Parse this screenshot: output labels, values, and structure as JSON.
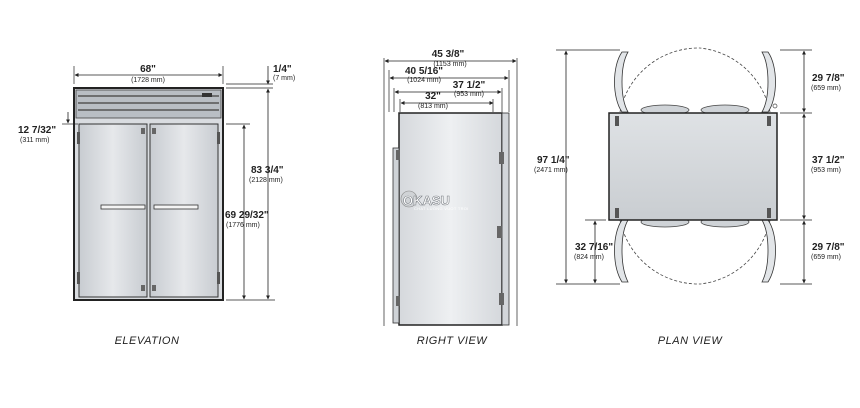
{
  "views": {
    "elevation": {
      "label": "ELEVATION",
      "width": {
        "in": "68\"",
        "mm": "(1728 mm)"
      },
      "top_gap": {
        "in": "1/4\"",
        "mm": "(7 mm)"
      },
      "side_offset": {
        "in": "12 7/32\"",
        "mm": "(311 mm)"
      },
      "overall_height": {
        "in": "83 3/4\"",
        "mm": "(2128 mm)"
      },
      "door_height": {
        "in": "69 29/32\"",
        "mm": "(1776 mm)"
      }
    },
    "right": {
      "label": "RIGHT VIEW",
      "overall_depth": {
        "in": "45 3/8\"",
        "mm": "(1153 mm)"
      },
      "depth_with_handles": {
        "in": "40 5/16\"",
        "mm": "(1024 mm)"
      },
      "depth_body": {
        "in": "37 1/2\"",
        "mm": "(953 mm)"
      },
      "depth_cabinet": {
        "in": "32\"",
        "mm": "(813 mm)"
      }
    },
    "plan": {
      "label": "PLAN VIEW",
      "overall_height": {
        "in": "97 1/4\"",
        "mm": "(2471 mm)"
      },
      "door_swing_top": {
        "in": "29 7/8\"",
        "mm": "(659 mm)"
      },
      "cabinet_depth": {
        "in": "37 1/2\"",
        "mm": "(953 mm)"
      },
      "door_swing_bottom": {
        "in": "29 7/8\"",
        "mm": "(659 mm)"
      },
      "door_offset": {
        "in": "32 7/16\"",
        "mm": "(824 mm)"
      }
    }
  },
  "logo": {
    "text": "OKASU",
    "tagline": "CHAT LUONG VUOT TROI"
  }
}
